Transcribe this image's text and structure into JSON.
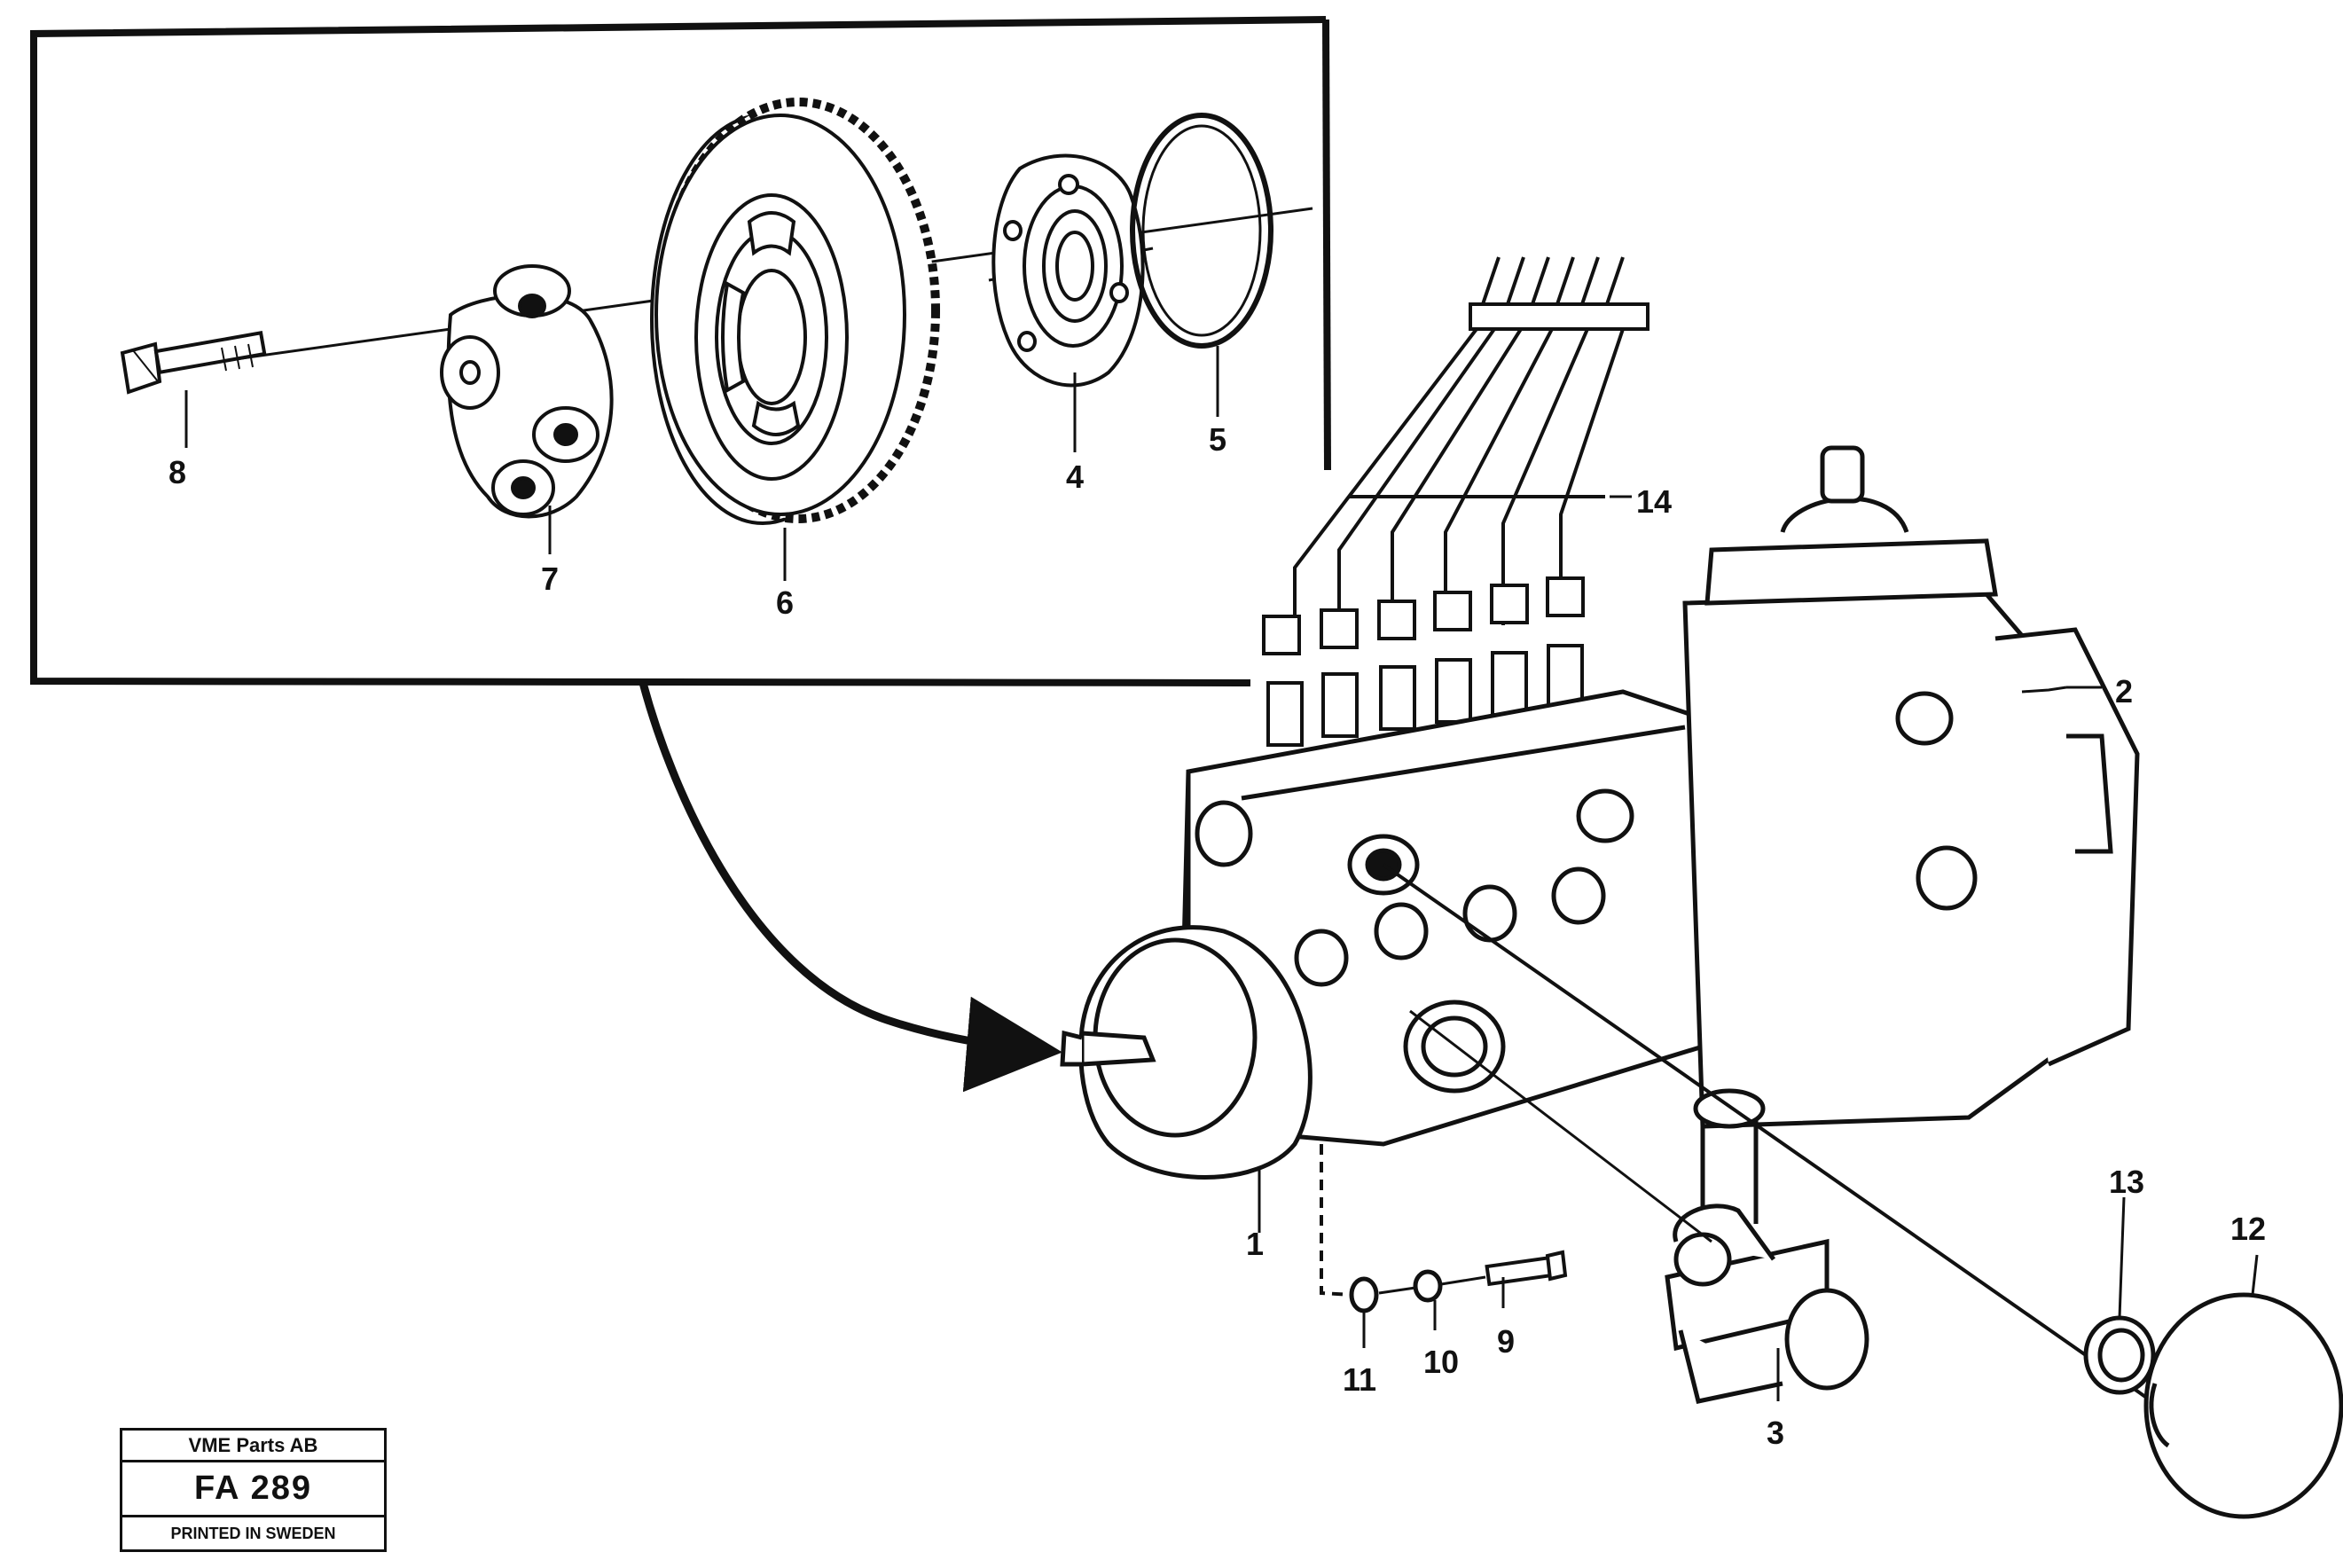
{
  "labels": {
    "l1": "1",
    "l2": "2",
    "l3": "3",
    "l4": "4",
    "l5": "5",
    "l6": "6",
    "l7": "7",
    "l8": "8",
    "l9": "9",
    "l10": "10",
    "l11": "11",
    "l12": "12",
    "l13": "13",
    "l14": "14"
  },
  "title_block": {
    "company": "VME Parts AB",
    "code": "FA  289",
    "printed": "PRINTED IN SWEDEN"
  }
}
